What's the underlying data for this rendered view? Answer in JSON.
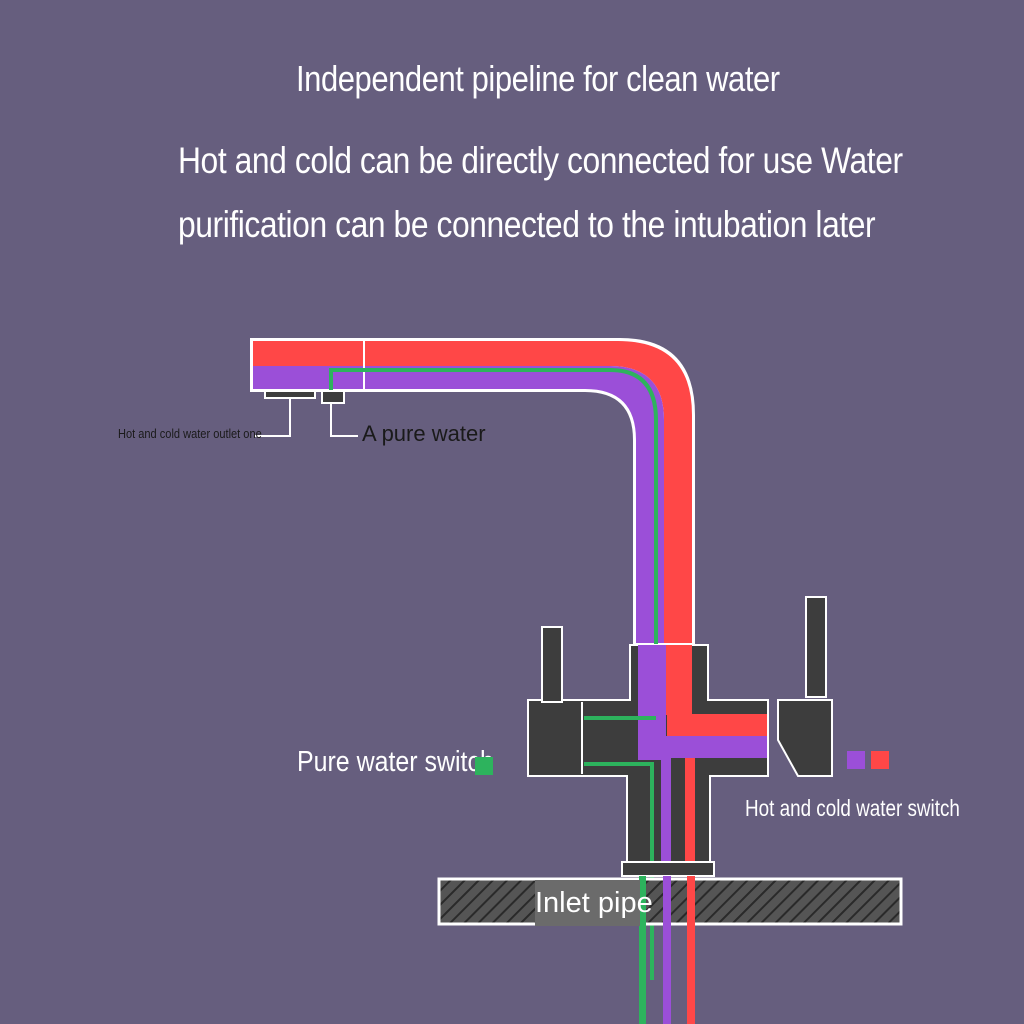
{
  "header": {
    "line1": "Independent pipeline for clean water",
    "line2": "Hot and cold can be directly connected for use Water",
    "line3": "purification can be connected to the intubation later"
  },
  "labels": {
    "outlet_one": "Hot and cold water outlet one",
    "pure_water": "A pure water",
    "pure_water_switch": "Pure water switch",
    "hot_cold_switch": "Hot and cold water switch",
    "inlet_pipe": "Inlet pipe"
  },
  "colors": {
    "background": "#665e7e",
    "hot": "#ff4747",
    "cold": "#9b4fd8",
    "pure": "#2db35d",
    "body": "#3d3d3d",
    "outline": "#ffffff"
  }
}
